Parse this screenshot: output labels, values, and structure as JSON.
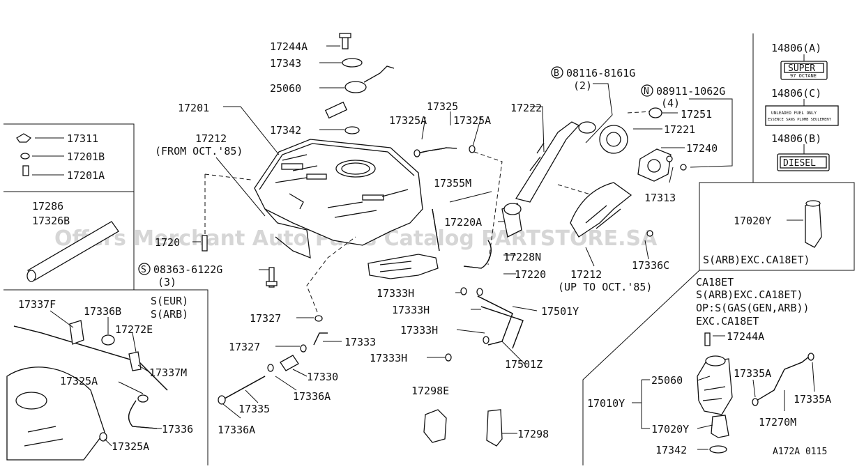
{
  "diagram": {
    "watermark": "Offers Merchant Auto Parts Catalog PARTSTORE.SA",
    "ref_code": "A172A 0115",
    "labels": {
      "p17244A_top": "17244A",
      "p17343": "17343",
      "p25060_top": "25060",
      "p17201": "17201",
      "p17342_top": "17342",
      "p17212_top": "17212",
      "note_from_oct85": "(FROM OCT.'85)",
      "p17311": "17311",
      "p17201B": "17201B",
      "p17201A": "17201A",
      "p17286": "17286",
      "p17326B": "17326B",
      "p17201_partial": "1720",
      "bolt_08363": "08363-6122G",
      "qty_3": "(3)",
      "p17327_a": "17327",
      "p17327_b": "17327",
      "p17333_a": "17333",
      "p17330": "17330",
      "p17335": "17335",
      "p17336A_a": "17336A",
      "p17336A_b": "17336A",
      "p17325": "17325",
      "p17325A_a": "17325A",
      "p17325A_b": "17325A",
      "p17222": "17222",
      "bolt_08116": "08116-8161G",
      "qty_2": "(2)",
      "nut_08911": "08911-1062G",
      "qty_4": "(4)",
      "p17251": "17251",
      "p17221": "17221",
      "p17240": "17240",
      "p17313": "17313",
      "p17355M": "17355M",
      "p17220A": "17220A",
      "p17228N": "17228N",
      "p17220": "17220",
      "p17212_bottom": "17212",
      "note_up_to_oct85": "(UP TO OCT.'85)",
      "p17336C": "17336C",
      "p17333H_a": "17333H",
      "p17333H_b": "17333H",
      "p17333H_c": "17333H",
      "p17333H_d": "17333H",
      "p17501Y": "17501Y",
      "p17501Z": "17501Z",
      "p17298E": "17298E",
      "p17298": "17298",
      "p17337F": "17337F",
      "p17336B": "17336B",
      "p17272E": "17272E",
      "p17337M": "17337M",
      "p17325A_c": "17325A",
      "p17336": "17336",
      "p17325A_d": "17325A",
      "s_eur": "S(EUR)",
      "s_arb": "S(ARB)",
      "p14806A": "14806(A)",
      "p14806C": "14806(C)",
      "p14806B": "14806(B)",
      "p17020Y_top": "17020Y",
      "note_sarb_exc_ca18et": "S(ARB)EXC.CA18ET)",
      "note_ca18et": "CA18ET",
      "note_sarb_exc_ca18et_2": "S(ARB)EXC.CA18ET)",
      "note_op_s_gas": "OP:S(GAS(GEN,ARB))",
      "note_exc_ca18et": "EXC.CA18ET",
      "p17244A_br": "17244A",
      "p25060_br": "25060",
      "p17010Y": "17010Y",
      "p17020Y_br": "17020Y",
      "p17342_br": "17342",
      "p17335A_a": "17335A",
      "p17335A_b": "17335A",
      "p17270M": "17270M"
    },
    "circle_marks": {
      "bolt_b": "B",
      "nut_n": "N",
      "screw_s": "S"
    },
    "decals": {
      "super_main": "SUPER",
      "super_sub": "97 OCTANE",
      "unleaded_1": "UNLEADED FUEL ONLY",
      "unleaded_2": "ESSENCE SANS PLOMB SEULEMENT",
      "diesel": "DIESEL"
    }
  }
}
